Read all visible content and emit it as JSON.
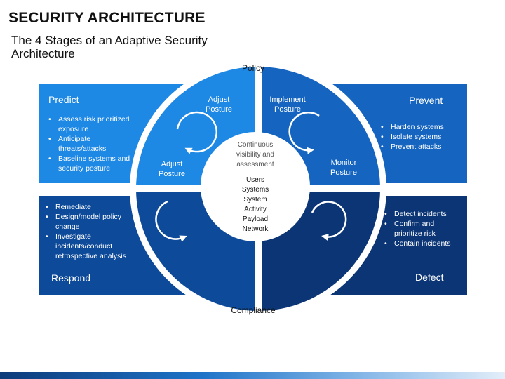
{
  "header": {
    "title": "SECURITY ARCHITECTURE",
    "subtitle": "The 4 Stages of an Adaptive Security Architecture"
  },
  "colors": {
    "predict": "#1e88e5",
    "prevent": "#1565c0",
    "respond": "#0d4a9a",
    "defect": "#0b3575"
  },
  "boxes": {
    "predict": {
      "title": "Predict",
      "items": [
        "Assess risk prioritized exposure",
        "Anticipate threats/attacks",
        "Baseline systems and security posture"
      ]
    },
    "prevent": {
      "title": "Prevent",
      "items": [
        "Harden systems",
        "Isolate systems",
        "Prevent attacks"
      ]
    },
    "respond": {
      "title": "Respond",
      "items": [
        "Remediate",
        "Design/model policy change",
        "Investigate incidents/conduct retrospective analysis"
      ]
    },
    "defect": {
      "title": "Defect",
      "items": [
        "Detect incidents",
        "Confirm and prioritize risk",
        "Contain incidents"
      ]
    }
  },
  "circle": {
    "top_label": "Policy",
    "bottom_label": "Compliance",
    "q1": {
      "label_top": "Adjust Posture",
      "label_bottom": "Adjust Posture"
    },
    "q2": {
      "label_top": "Implement Posture",
      "label_bottom": "Monitor Posture"
    },
    "center_caption": "Continuous visibility and assessment",
    "center_items": [
      "Users",
      "Systems",
      "System",
      "Activity",
      "Payload",
      "Network"
    ]
  },
  "icons": [
    "cycle-arrow-icon"
  ]
}
